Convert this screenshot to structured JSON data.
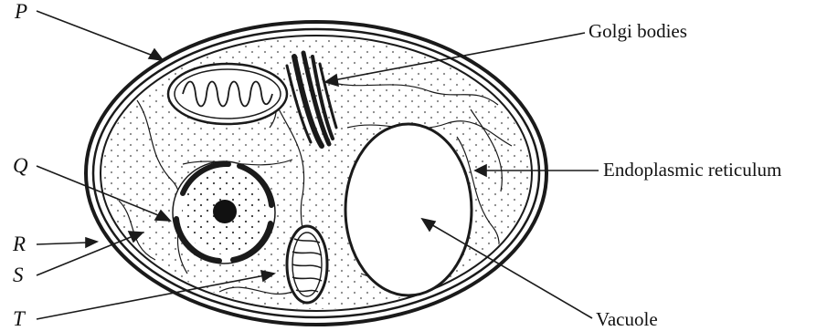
{
  "diagram": {
    "labels": {
      "p": "P",
      "q": "Q",
      "r": "R",
      "s": "S",
      "t": "T",
      "golgi": "Golgi bodies",
      "er": "Endoplasmic reticulum",
      "vacuole": "Vacuole"
    },
    "colors": {
      "ink": "#1a1a1a",
      "paper": "#ffffff"
    }
  }
}
